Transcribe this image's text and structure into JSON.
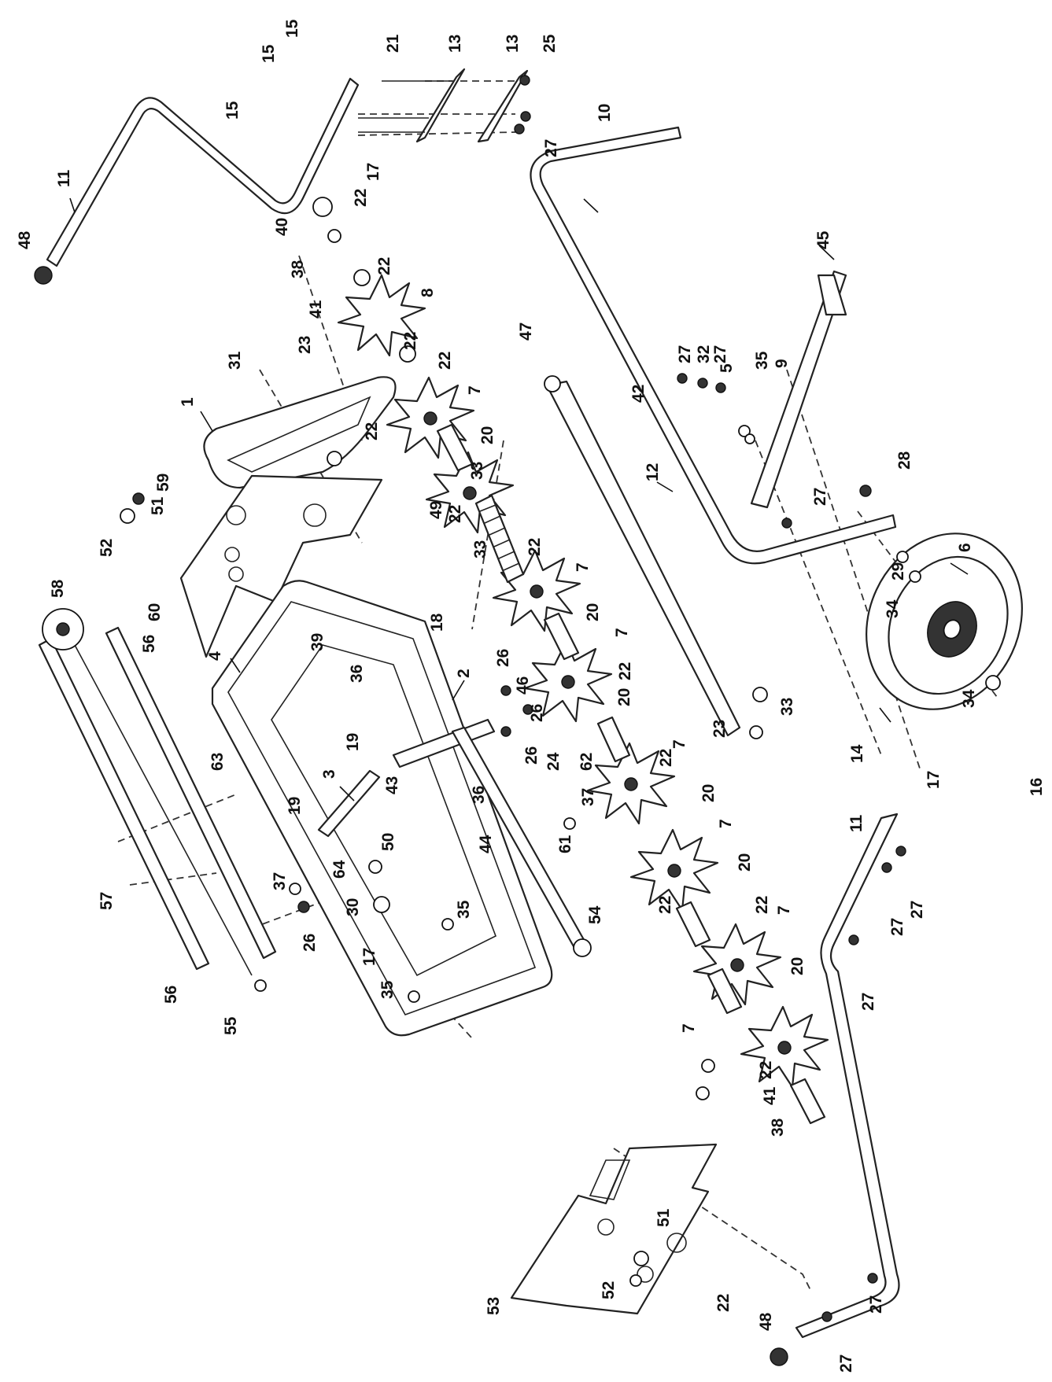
{
  "labels": {
    "l1": "1",
    "l2": "2",
    "l3": "3",
    "l4": "4",
    "l5": "5",
    "l6": "6",
    "l7": "7",
    "l8": "8",
    "l9": "9",
    "l10": "10",
    "l11": "11",
    "l12": "12",
    "l13": "13",
    "l14": "14",
    "l15": "15",
    "l16": "16",
    "l17": "17",
    "l18": "18",
    "l19": "19",
    "l20": "20",
    "l21": "21",
    "l22": "22",
    "l23": "23",
    "l24": "24",
    "l25": "25",
    "l26": "26",
    "l27": "27",
    "l28": "28",
    "l29": "29",
    "l30": "30",
    "l31": "31",
    "l32": "32",
    "l33": "33",
    "l34": "34",
    "l35": "35",
    "l36": "36",
    "l37": "37",
    "l38": "38",
    "l39": "39",
    "l40": "40",
    "l41": "41",
    "l42": "42",
    "l43": "43",
    "l44": "44",
    "l45": "45",
    "l46": "46",
    "l47": "47",
    "l48": "48",
    "l49": "49",
    "l50": "50",
    "l51": "51",
    "l52": "52",
    "l53": "53",
    "l54": "54",
    "l55": "55",
    "l56": "56",
    "l57": "57",
    "l58": "58",
    "l59": "59",
    "l60": "60",
    "l61": "61",
    "l62": "62",
    "l63": "63",
    "l64": "64"
  }
}
